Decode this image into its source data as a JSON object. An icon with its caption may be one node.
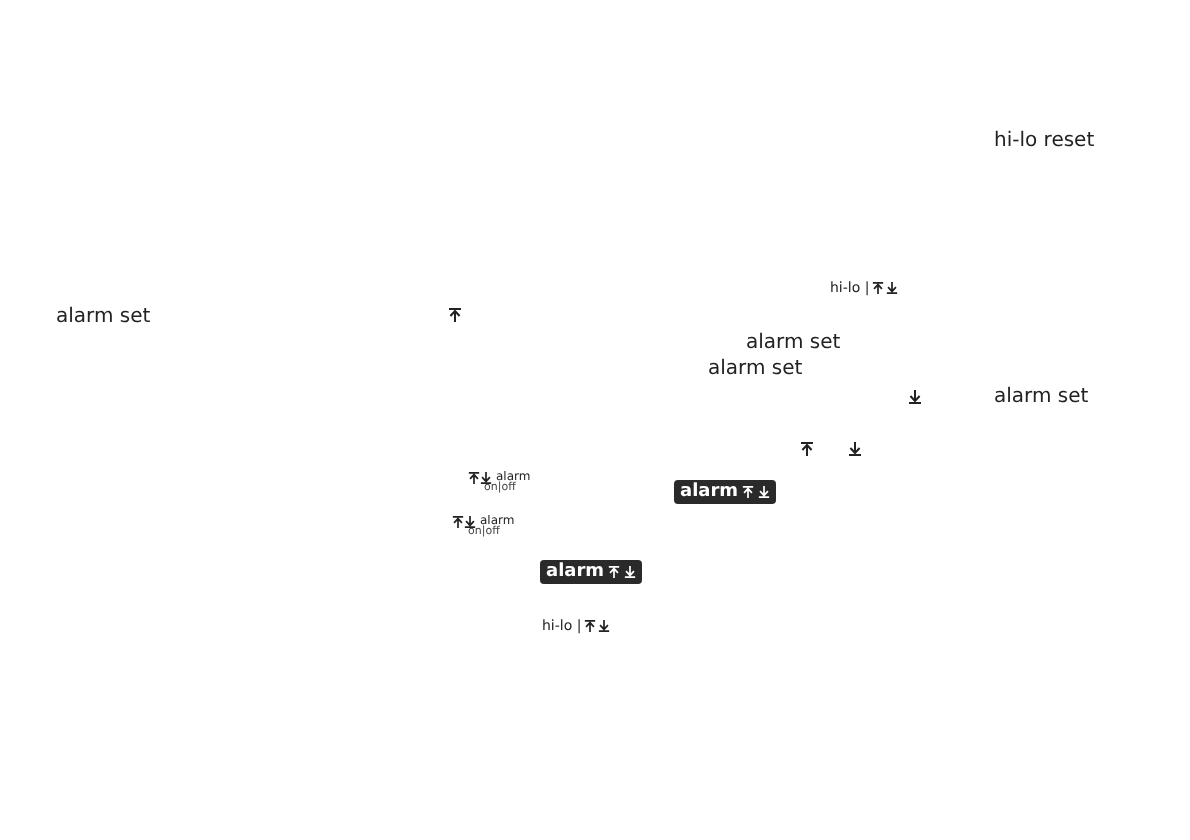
{
  "diagram": {
    "nodes": [
      {
        "text": [
          "alarm"
        ]
      },
      {
        "text": [
          "alarm"
        ]
      }
    ],
    "labels": [
      "hi-lo reset",
      "hi-lo |",
      "alarm set",
      "alarm set",
      "alarm set",
      "alarm set",
      "alarm",
      "on|off",
      "alarm",
      "on|off",
      "hi-lo |"
    ]
  }
}
